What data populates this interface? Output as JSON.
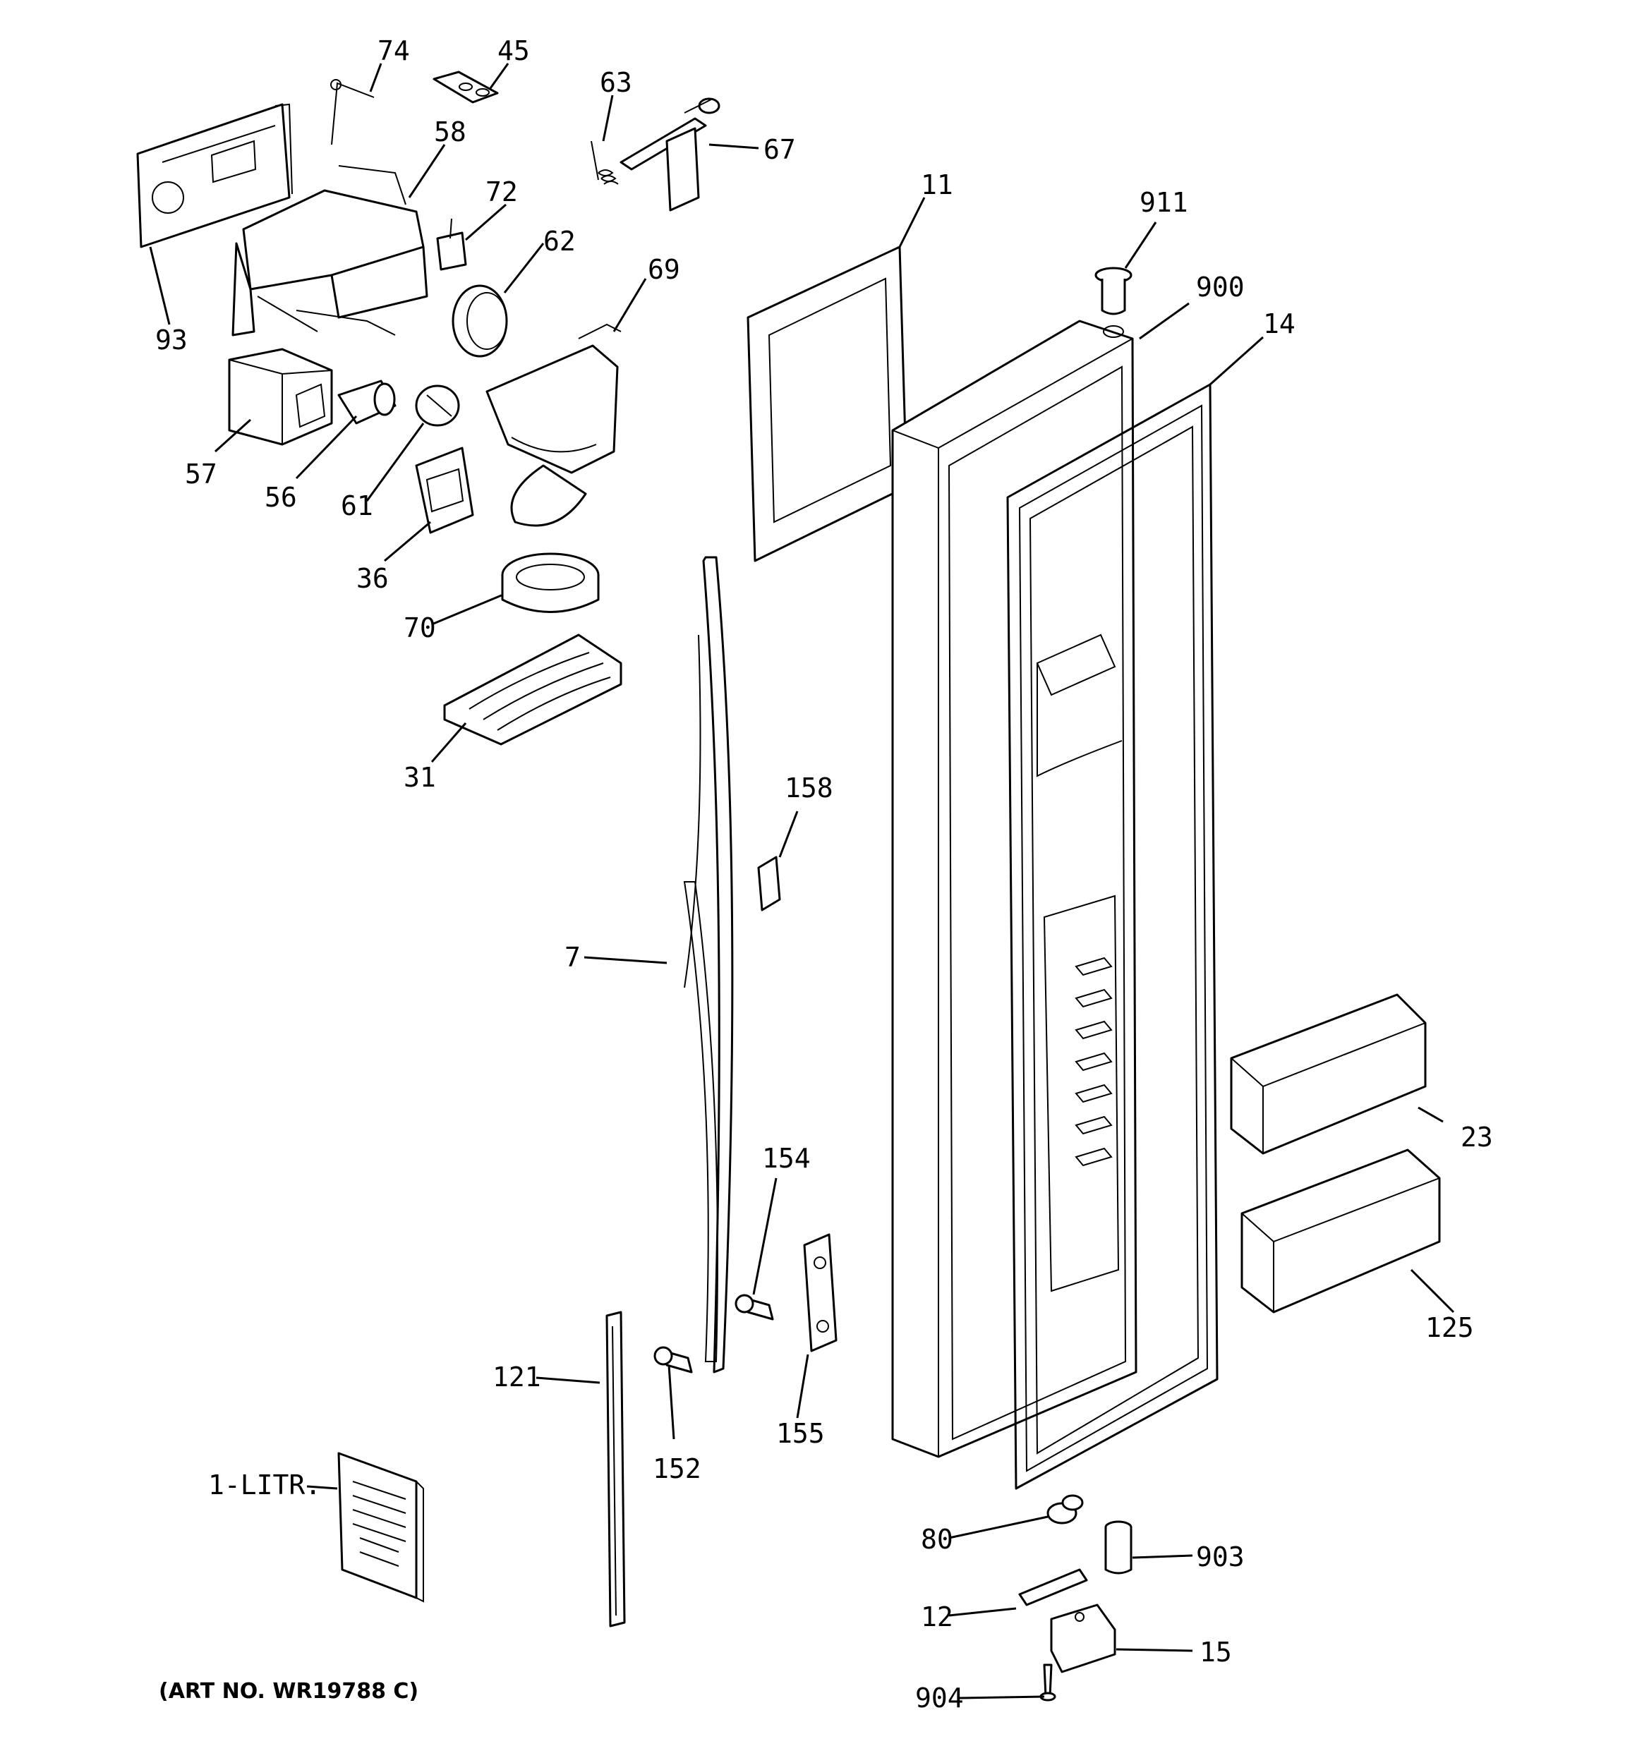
{
  "diagram": {
    "art_number": "(ART NO. WR19788 C)",
    "callouts": {
      "c74": "74",
      "c45": "45",
      "c63": "63",
      "c67": "67",
      "c58": "58",
      "c72": "72",
      "c62": "62",
      "c69": "69",
      "c11": "11",
      "c911": "911",
      "c900": "900",
      "c14": "14",
      "c93": "93",
      "c57": "57",
      "c56": "56",
      "c61": "61",
      "c36": "36",
      "c70": "70",
      "c31": "31",
      "c158": "158",
      "c7": "7",
      "c23": "23",
      "c154": "154",
      "c125": "125",
      "c121": "121",
      "c152": "152",
      "c155": "155",
      "c1litr": "1-LITR.",
      "c80": "80",
      "c903": "903",
      "c12": "12",
      "c15": "15",
      "c904": "904"
    }
  }
}
